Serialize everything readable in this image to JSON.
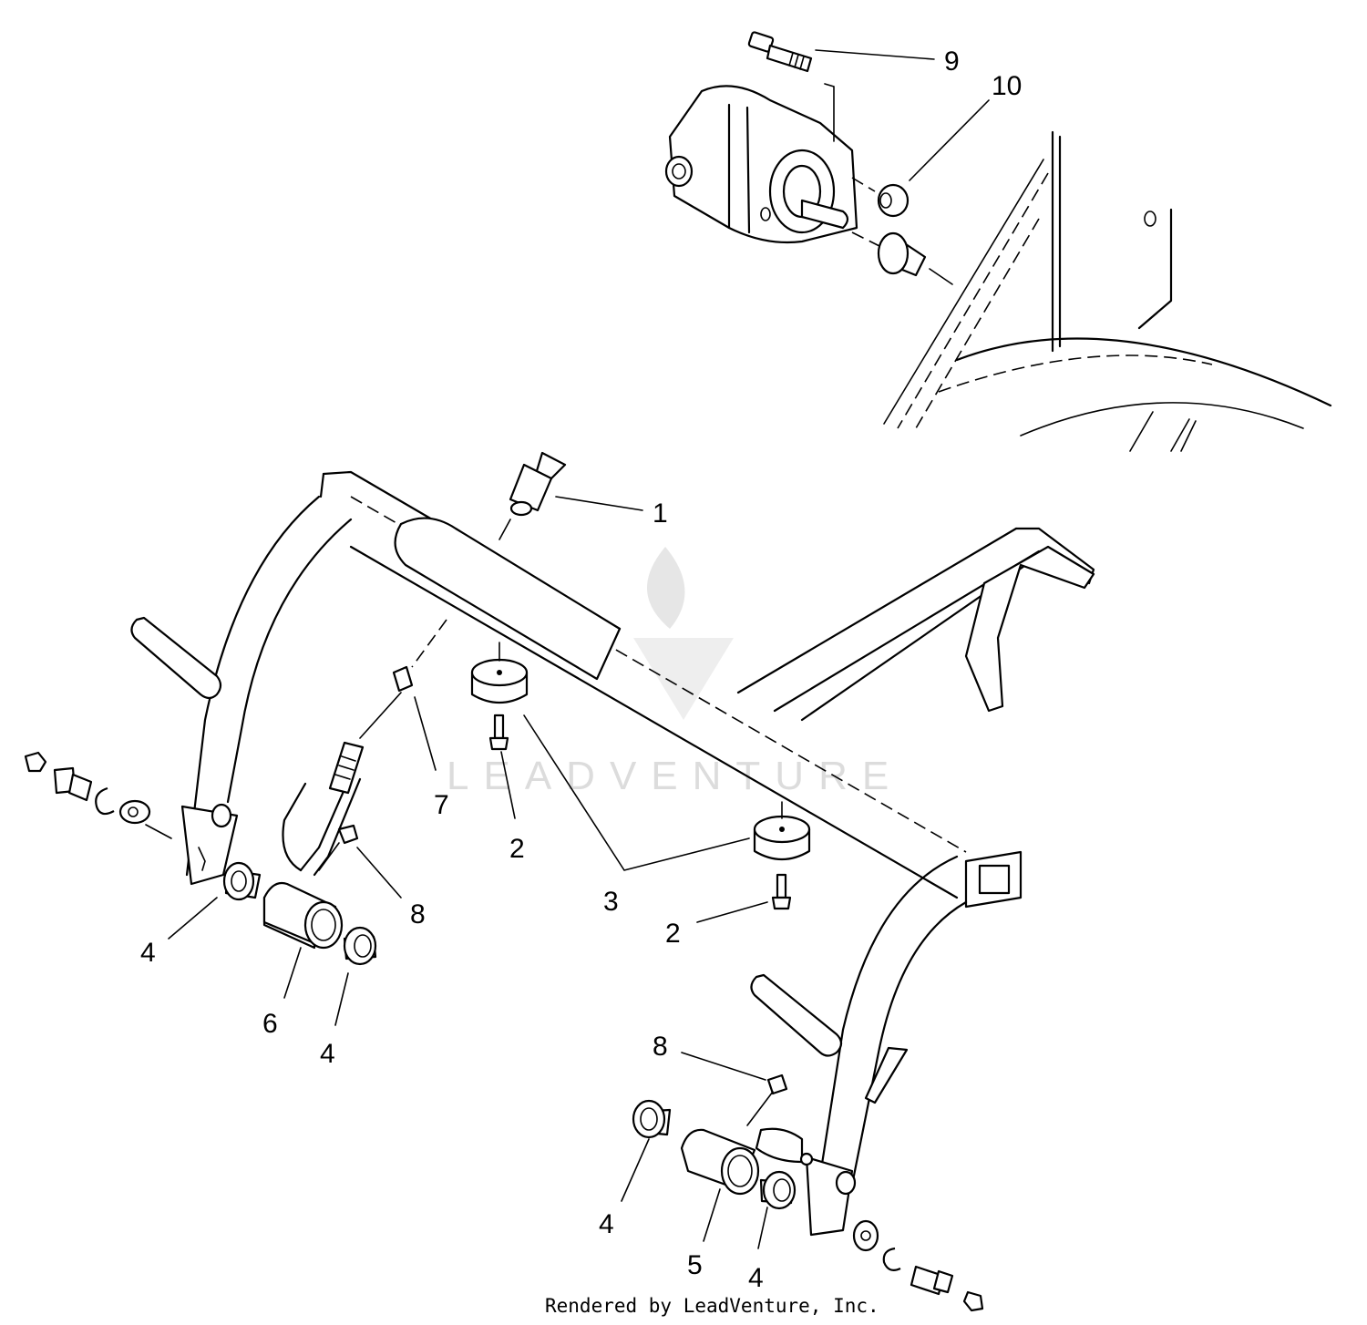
{
  "watermark": {
    "text": "LEADVENTURE"
  },
  "credit": {
    "text": "Rendered by LeadVenture, Inc."
  },
  "callouts": [
    {
      "id": "c9",
      "label": "9"
    },
    {
      "id": "c10",
      "label": "10"
    },
    {
      "id": "c1",
      "label": "1"
    },
    {
      "id": "c7",
      "label": "7"
    },
    {
      "id": "c2a",
      "label": "2"
    },
    {
      "id": "c3",
      "label": "3"
    },
    {
      "id": "c2b",
      "label": "2"
    },
    {
      "id": "c8a",
      "label": "8"
    },
    {
      "id": "c4a",
      "label": "4"
    },
    {
      "id": "c6",
      "label": "6"
    },
    {
      "id": "c4b",
      "label": "4"
    },
    {
      "id": "c8b",
      "label": "8"
    },
    {
      "id": "c4c",
      "label": "4"
    },
    {
      "id": "c5",
      "label": "5"
    },
    {
      "id": "c4d",
      "label": "4"
    }
  ]
}
